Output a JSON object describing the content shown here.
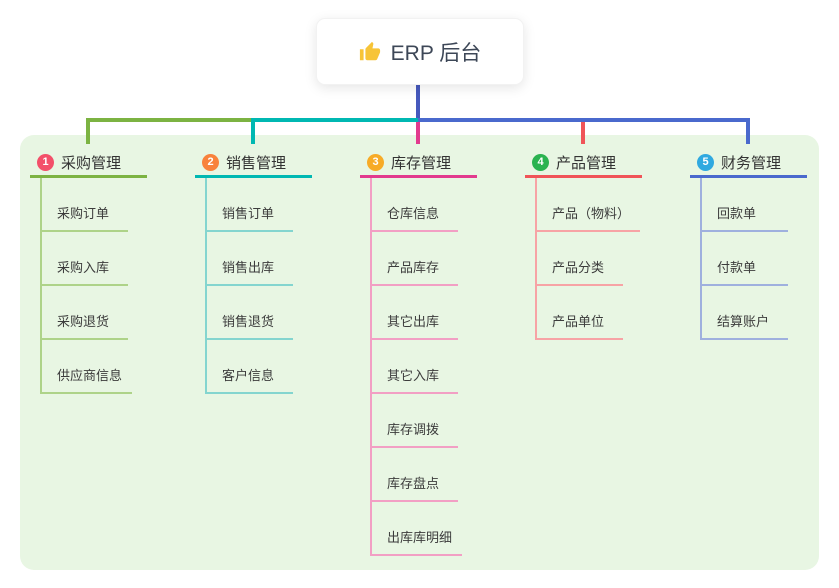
{
  "root": {
    "label": "ERP 后台",
    "icon": "thumbs-up-icon"
  },
  "branches": [
    {
      "index": "1",
      "label": "采购管理",
      "color": "#7cb342",
      "light": "#aed389",
      "badge_color": "#f3506a",
      "children": [
        "采购订单",
        "采购入库",
        "采购退货",
        "供应商信息"
      ]
    },
    {
      "index": "2",
      "label": "销售管理",
      "color": "#00b8b2",
      "light": "#84d5cf",
      "badge_color": "#f8823c",
      "children": [
        "销售订单",
        "销售出库",
        "销售退货",
        "客户信息"
      ]
    },
    {
      "index": "3",
      "label": "库存管理",
      "color": "#e23a8e",
      "light": "#f29fc4",
      "badge_color": "#f7ab27",
      "children": [
        "仓库信息",
        "产品库存",
        "其它出库",
        "其它入库",
        "库存调拨",
        "库存盘点",
        "出库库明细"
      ]
    },
    {
      "index": "4",
      "label": "产品管理",
      "color": "#f05458",
      "light": "#f7a3a5",
      "badge_color": "#2ab350",
      "children": [
        "产品（物料）",
        "产品分类",
        "产品单位"
      ]
    },
    {
      "index": "5",
      "label": "财务管理",
      "color": "#4a69cd",
      "light": "#9fb0de",
      "badge_color": "#30a9e0",
      "children": [
        "回款单",
        "付款单",
        "结算账户"
      ]
    }
  ],
  "colors": {
    "root_connector": "#4659bd",
    "panel_bg": "#e8f6e3",
    "icon_yellow": "#f7c437"
  }
}
